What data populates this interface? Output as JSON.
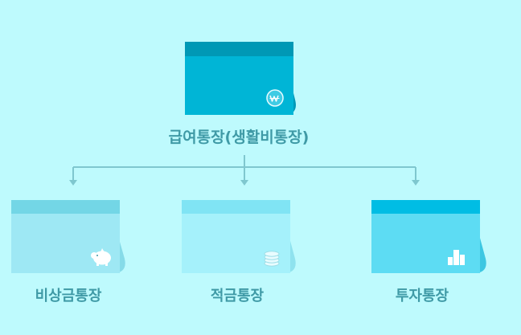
{
  "accounts": {
    "main": {
      "label": "급여통장(생활비통장)",
      "icon": "won-coin-icon",
      "color": "#00b5d6"
    },
    "children": [
      {
        "label": "비상금통장",
        "icon": "piggy-bank-icon",
        "color": "#9ee8f4"
      },
      {
        "label": "적금통장",
        "icon": "coin-stack-icon",
        "color": "#a5f1fb"
      },
      {
        "label": "투자통장",
        "icon": "bar-chart-icon",
        "color": "#5ddcf3"
      }
    ]
  },
  "colors": {
    "background": "#befafd",
    "connector": "#7fc7cf",
    "label_text": "#3f9aa6"
  }
}
